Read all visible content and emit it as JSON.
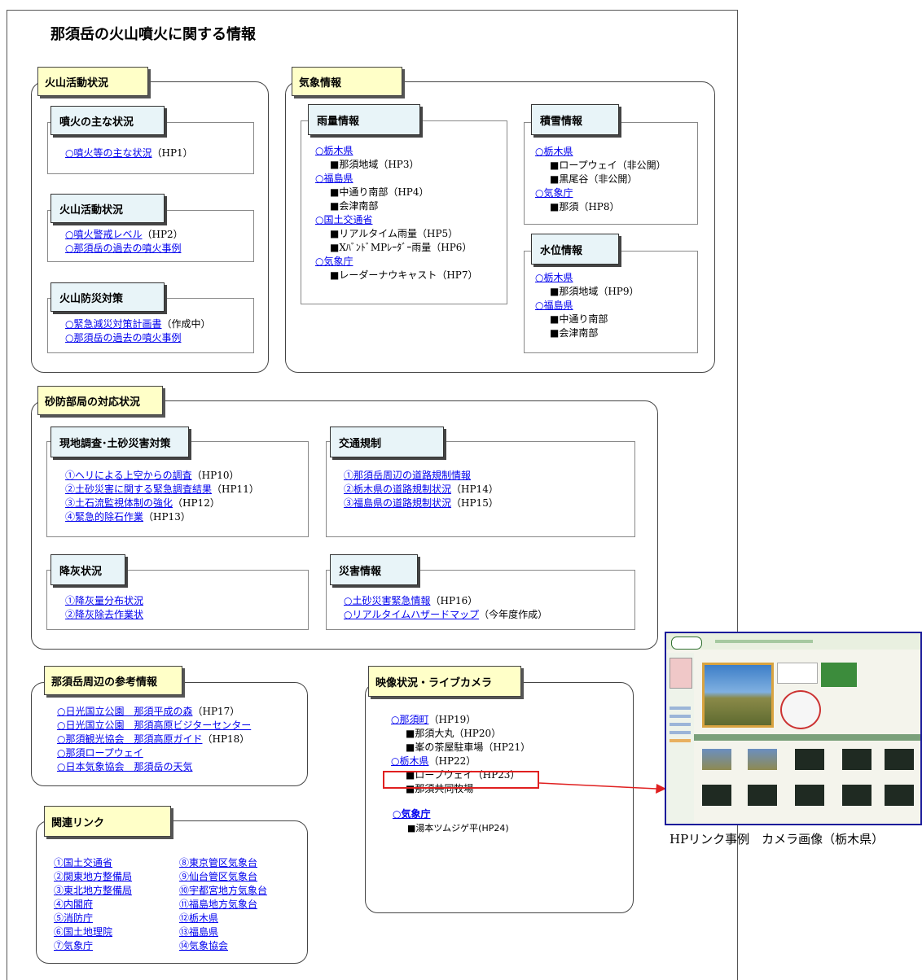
{
  "title": "那須岳の火山噴火に関する情報",
  "volcano": {
    "label": "火山活動状況",
    "main": {
      "label": "噴火の主な状況",
      "link": "○噴火等の主な状況",
      "note": "（HP1）"
    },
    "activity": {
      "label": "火山活動状況",
      "items": [
        {
          "link": "○噴火警戒レベル",
          "note": "（HP2）"
        },
        {
          "link": "○那須岳の過去の噴火事例",
          "note": ""
        }
      ]
    },
    "disaster": {
      "label": "火山防災対策",
      "items": [
        {
          "link": "○緊急減災対策計画書",
          "note": "（作成中）"
        },
        {
          "link": "○那須岳の過去の噴火事例",
          "note": ""
        }
      ]
    }
  },
  "weather": {
    "label": "気象情報",
    "rain": {
      "label": "雨量情報",
      "tochigi": "○栃木県",
      "tochigi_sub": [
        "■那須地域（HP3）"
      ],
      "fukushima": "○福島県",
      "fukushima_sub": [
        "■中通り南部（HP4）",
        "■会津南部"
      ],
      "mlit": "○国土交通省",
      "mlit_sub": [
        "■リアルタイム雨量（HP5）",
        "■XﾊﾞﾝﾄﾞMPﾚｰﾀﾞｰ雨量（HP6）"
      ],
      "jma": "○気象庁",
      "jma_sub": [
        "■レーダーナウキャスト（HP7）"
      ]
    },
    "snow": {
      "label": "積雪情報",
      "tochigi": "○栃木県",
      "tochigi_sub": [
        "■ロープウェイ（非公開）",
        "■黒尾谷（非公開）"
      ],
      "jma": "○気象庁",
      "jma_sub": [
        "■那須（HP8）"
      ]
    },
    "water": {
      "label": "水位情報",
      "tochigi": "○栃木県",
      "tochigi_sub": [
        "■那須地域（HP9）"
      ],
      "fukushima": "○福島県",
      "fukushima_sub": [
        "■中通り南部",
        "■会津南部"
      ]
    }
  },
  "sabo": {
    "label": "砂防部局の対応状況",
    "survey": {
      "label": "現地調査･土砂災害対策",
      "items": [
        {
          "link": "①ヘリによる上空からの調査",
          "note": "（HP10）"
        },
        {
          "link": "②土砂災害に関する緊急調査結果",
          "note": "（HP11）"
        },
        {
          "link": "③土石流監視体制の強化",
          "note": "（HP12）"
        },
        {
          "link": "④緊急的除石作業",
          "note": "（HP13）"
        }
      ]
    },
    "traffic": {
      "label": "交通規制",
      "items": [
        {
          "link": "①那須岳周辺の道路規制情報",
          "note": ""
        },
        {
          "link": "②栃木県の道路規制状況",
          "note": "（HP14）"
        },
        {
          "link": "③福島県の道路規制状況",
          "note": "（HP15）"
        }
      ]
    },
    "ash": {
      "label": "降灰状況",
      "items": [
        {
          "link": "①降灰量分布状況",
          "note": ""
        },
        {
          "link": "②降灰除去作業状",
          "note": ""
        }
      ]
    },
    "hazard": {
      "label": "災害情報",
      "items": [
        {
          "link": "○土砂災害緊急情報",
          "note": "（HP16）"
        },
        {
          "link": "○リアルタイムハザードマップ",
          "note": "（今年度作成）"
        }
      ]
    }
  },
  "reference": {
    "label": "那須岳周辺の参考情報",
    "items": [
      {
        "link": "○日光国立公園　那須平成の森",
        "note": "（HP17）"
      },
      {
        "link": "○日光国立公園　那須高原ビジターセンター",
        "note": ""
      },
      {
        "link": "○那須観光協会　那須高原ガイド",
        "note": "（HP18）"
      },
      {
        "link": "○那須ロープウェイ",
        "note": ""
      },
      {
        "link": "○日本気象協会　那須岳の天気",
        "note": ""
      }
    ]
  },
  "related": {
    "label": "関連リンク",
    "col1": [
      "①国土交通省",
      "②関東地方整備局",
      "③東北地方整備局",
      "④内閣府",
      "⑤消防庁",
      "⑥国土地理院",
      "⑦気象庁"
    ],
    "col2": [
      "⑧東京管区気象台",
      "⑨仙台管区気象台",
      "⑩宇都宮地方気象台",
      "⑪福島地方気象台",
      "⑫栃木県",
      "⑬福島県",
      "⑭気象協会"
    ]
  },
  "camera": {
    "label": "映像状況・ライブカメラ",
    "nasu_town": "○那須町",
    "nasu_town_note": "（HP19）",
    "nasu_town_sub": [
      "■那須大丸（HP20）",
      "■峯の茶屋駐車場（HP21）"
    ],
    "tochigi": "○栃木県",
    "tochigi_note": "（HP22）",
    "ropeway": "■ロープウェイ（HP23）",
    "tochigi_sub2": "■那須共同牧場",
    "jma": "○気象庁",
    "jma_sub": "■湯本ツムジゲ平(HP24)"
  },
  "example_caption": "HPリンク事例　カメラ画像（栃木県）",
  "colors": {
    "link": "#0000ee",
    "label_yellow": "#ffffc8",
    "label_blue": "#e8f4f8",
    "highlight": "#e02020",
    "thumb_border": "#1a1a9a"
  }
}
